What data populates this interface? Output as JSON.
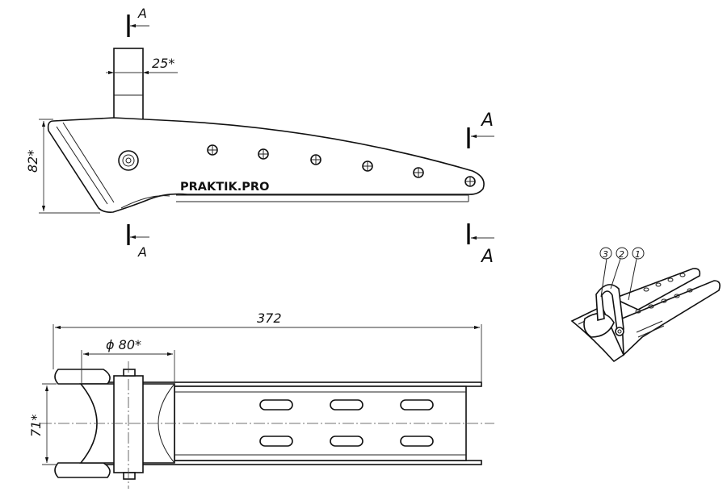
{
  "section_marks": {
    "top_left": "A",
    "bottom_left": "A",
    "top_right": "A",
    "bottom_right": "A"
  },
  "dimensions": {
    "width_25": "25*",
    "height_82": "82*",
    "length_372": "372",
    "diameter_80": "ϕ 80*",
    "width_71": "71*"
  },
  "watermark": "PRAKTIK.PRO",
  "callouts": [
    "3",
    "2",
    "1"
  ]
}
